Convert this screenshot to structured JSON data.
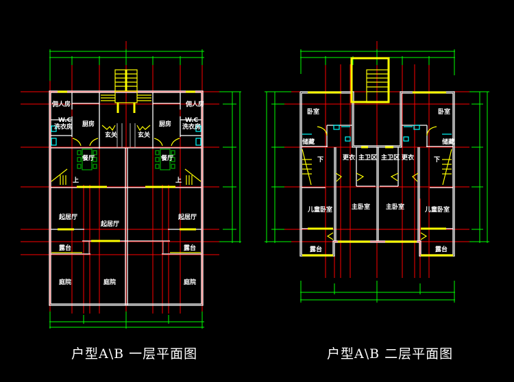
{
  "drawing": {
    "background": "#000000",
    "colors": {
      "wall": "#ffffff",
      "axis": "#ff0000",
      "dimension": "#00ff00",
      "stair_window": "#ffff00",
      "fixture": "#00ffff",
      "furniture": "#00aa00"
    }
  },
  "plan_1": {
    "title": "户型A\\B 一层平面图",
    "rooms": {
      "servant_l": "佣人房",
      "servant_r": "佣人房",
      "wc_l_1": "W.C",
      "wc_l_2": "洗衣房",
      "wc_r_1": "W.C",
      "wc_r_2": "洗衣房",
      "kitchen_l": "厨房",
      "kitchen_r": "厨房",
      "foyer_l": "玄关",
      "foyer_r": "玄关",
      "dining_l": "餐厅",
      "dining_r": "餐厅",
      "up_l": "上",
      "up_r": "上",
      "living_l": "起居厅",
      "living_c": "起居厅",
      "living_r": "起居厅",
      "terrace_l": "露台",
      "terrace_r": "露台",
      "yard_l": "庭院",
      "yard_c": "庭院",
      "yard_r": "庭院"
    }
  },
  "plan_2": {
    "title": "户型A\\B 二层平面图",
    "rooms": {
      "bedroom_l": "卧室",
      "bedroom_r": "卧室",
      "storage_l": "储藏",
      "storage_r": "储藏",
      "down_l": "下",
      "down_r": "下",
      "dress_l": "更衣",
      "dress_r": "更衣",
      "bath_l": "主卫区",
      "bath_r": "主卫区",
      "master_l": "主卧室",
      "master_r": "主卧室",
      "kids_l": "儿童卧室",
      "kids_r": "儿童卧室",
      "terrace_l": "露台",
      "terrace_r": "露台"
    }
  }
}
